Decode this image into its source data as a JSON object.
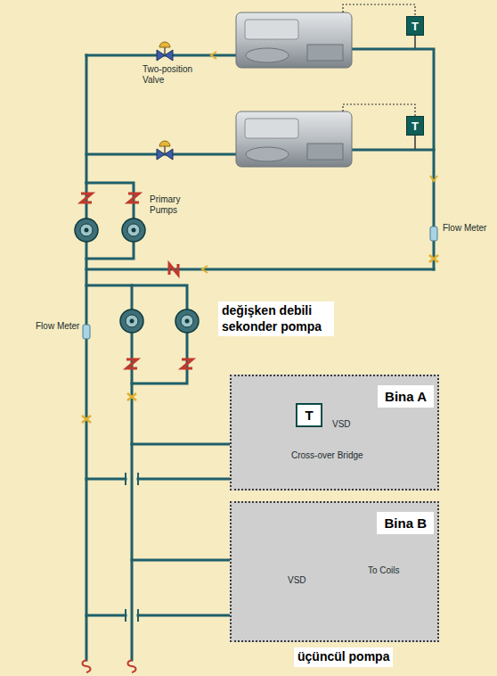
{
  "diagram": {
    "nodes": [
      {
        "text": [
          "T"
        ]
      },
      {
        "text": [
          "T"
        ]
      },
      {
        "text": [
          "Bina A"
        ]
      },
      {
        "text": [
          "T"
        ],
        "in": 2
      },
      {
        "text": [
          "Bina B"
        ]
      }
    ],
    "labels": [
      "Two-position Valve",
      "Primary Pumps",
      "Flow Meter",
      "Flow Meter",
      "değişken debili sekonder pompa",
      "VSD",
      "Cross-over Bridge",
      "VSD",
      "To Coils",
      "üçüncül pompa"
    ]
  }
}
